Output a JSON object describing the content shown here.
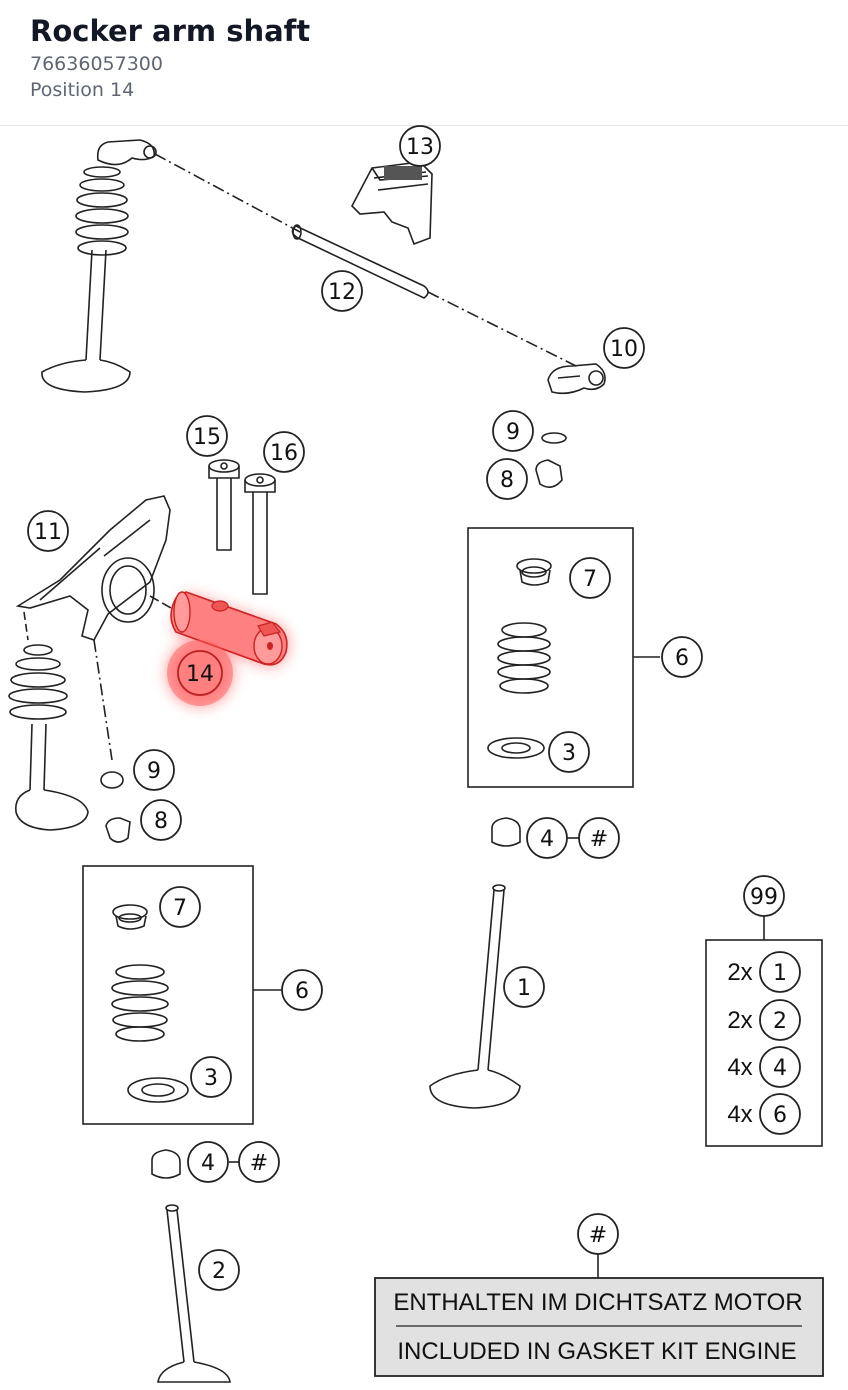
{
  "header": {
    "title": "Rocker arm shaft",
    "part_number": "76636057300",
    "position": "Position 14"
  },
  "diagram": {
    "highlight_color": "#ff5a5a",
    "callouts": {
      "c13": "13",
      "c12": "12",
      "c10": "10",
      "c15": "15",
      "c16": "16",
      "c11": "11",
      "c14": "14",
      "c9a": "9",
      "c8a": "8",
      "c9b": "9",
      "c8b": "8",
      "c7a": "7",
      "c6a": "6",
      "c3a": "3",
      "c4a": "4",
      "cha": "#",
      "c7b": "7",
      "c6b": "6",
      "c3b": "3",
      "c4b": "4",
      "chb": "#",
      "c1": "1",
      "c2": "2",
      "c99": "99",
      "chn": "#"
    },
    "kit": {
      "r1_qty": "2x",
      "r1_num": "1",
      "r2_qty": "2x",
      "r2_num": "2",
      "r3_qty": "4x",
      "r3_num": "4",
      "r4_qty": "4x",
      "r4_num": "6"
    },
    "note": {
      "line1": "ENTHALTEN IM DICHTSATZ MOTOR",
      "line2": "INCLUDED IN GASKET KIT ENGINE"
    }
  }
}
